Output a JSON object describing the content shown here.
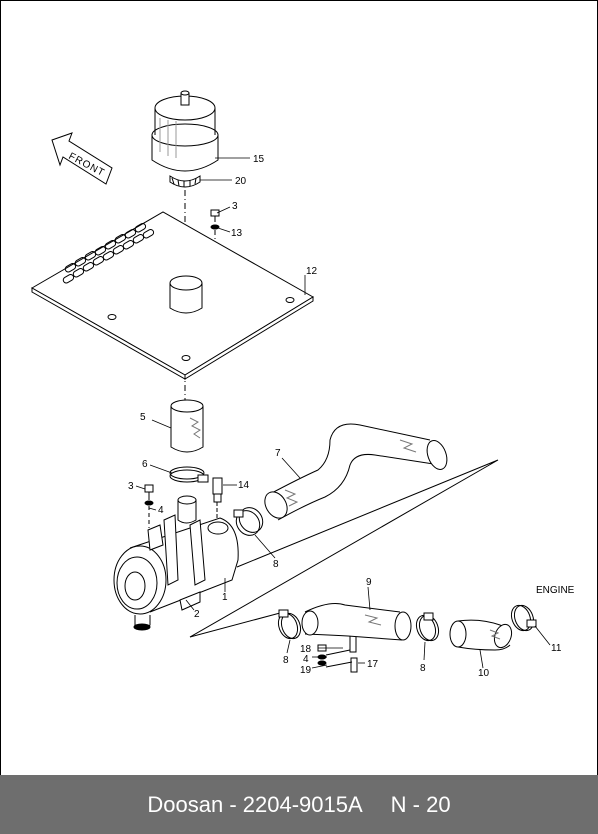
{
  "front_arrow_label": "FRONT",
  "engine_label": "ENGINE",
  "callouts": {
    "c1": "1",
    "c2": "2",
    "c3a": "3",
    "c3b": "3",
    "c4a": "4",
    "c4b": "4",
    "c5": "5",
    "c6": "6",
    "c7": "7",
    "c8a": "8",
    "c8b": "8",
    "c8c": "8",
    "c9": "9",
    "c10": "10",
    "c11": "11",
    "c12": "12",
    "c13": "13",
    "c14": "14",
    "c15": "15",
    "c17": "17",
    "c18": "18",
    "c19": "19",
    "c20": "20"
  },
  "footer": {
    "part_text": "Doosan - 2204-9015A",
    "page_text": "N - 20"
  }
}
